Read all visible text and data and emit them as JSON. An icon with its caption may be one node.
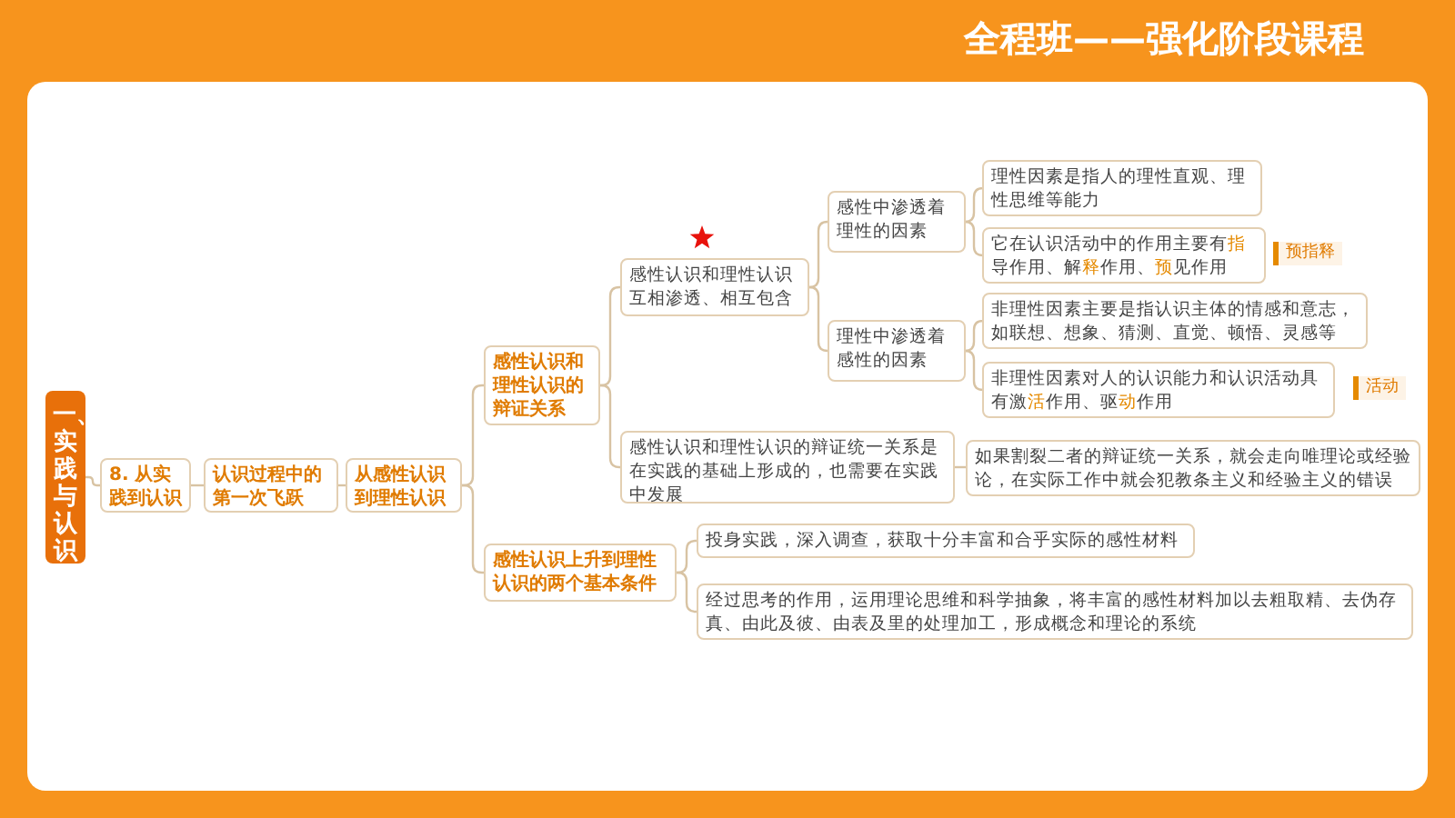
{
  "diagram": {
    "title": "全程班——强化阶段课程",
    "nodes": [
      {
        "text": [
          "一、实践与认识"
        ]
      },
      {
        "text": [
          "8. 从实践到认识"
        ]
      },
      {
        "text": [
          "认识过程中的第一次飞跃"
        ]
      },
      {
        "text": [
          "从感性认识到理性认识"
        ]
      },
      {
        "text": [
          "感性认识和理性认识的辩证关系"
        ]
      },
      {
        "text": [
          "感性认识和理性认识互相渗透、相互包含"
        ]
      },
      {
        "text": [
          "感性中渗透着理性的因素"
        ]
      },
      {
        "text": [
          "理性因素是指人的理性直观、理性思维等能力"
        ]
      },
      {
        "text": [
          "它在认识活动中的作用主要有**指**导作用、解**释**作用、**预**见作用"
        ],
        "beside": [
          "预指释"
        ]
      },
      {
        "text": [
          "理性中渗透着感性的因素"
        ]
      },
      {
        "text": [
          "非理性因素主要是指认识主体的情感和意志，如联想、想象、猜测、直觉、顿悟、灵感等"
        ]
      },
      {
        "text": [
          "非理性因素对人的认识能力和认识活动具有激**活**作用、驱**动**作用"
        ],
        "beside": [
          "活动"
        ]
      },
      {
        "text": [
          "感性认识和理性认识的辩证统一关系是在实践的基础上形成的，也需要在实践中发展"
        ]
      },
      {
        "text": [
          "如果割裂二者的辩证统一关系，就会走向唯理论或经验论，在实际工作中就会犯教条主义和经验主义的错误"
        ]
      },
      {
        "text": [
          "感性认识上升到理性认识的两个基本条件"
        ]
      },
      {
        "text": [
          "投身实践，深入调查，获取十分丰富和合乎实际的感性材料"
        ]
      },
      {
        "text": [
          "经过思考的作用，运用理论思维和科学抽象，将丰富的感性材料加以去粗取精、去伪存真、由此及彼、由表及里的处理加工，形成概念和理论的系统"
        ]
      }
    ],
    "edges": [
      {
        "from": 0,
        "to": 1,
        "arrow": "none"
      },
      {
        "from": 1,
        "to": 2,
        "arrow": "none"
      },
      {
        "from": 2,
        "to": 3,
        "arrow": "none"
      },
      {
        "from": 3,
        "to": 4,
        "arrow": "none"
      },
      {
        "from": 3,
        "to": 14,
        "arrow": "none"
      },
      {
        "from": 4,
        "to": 5,
        "arrow": "none"
      },
      {
        "from": 4,
        "to": 12,
        "arrow": "none"
      },
      {
        "from": 5,
        "to": 6,
        "arrow": "none"
      },
      {
        "from": 5,
        "to": 9,
        "arrow": "none"
      },
      {
        "from": 6,
        "to": 7,
        "arrow": "none"
      },
      {
        "from": 6,
        "to": 8,
        "arrow": "none"
      },
      {
        "from": 9,
        "to": 10,
        "arrow": "none"
      },
      {
        "from": 9,
        "to": 11,
        "arrow": "none"
      },
      {
        "from": 12,
        "to": 13,
        "arrow": "none"
      },
      {
        "from": 14,
        "to": 15,
        "arrow": "none"
      },
      {
        "from": 14,
        "to": 16,
        "arrow": "none"
      }
    ]
  }
}
